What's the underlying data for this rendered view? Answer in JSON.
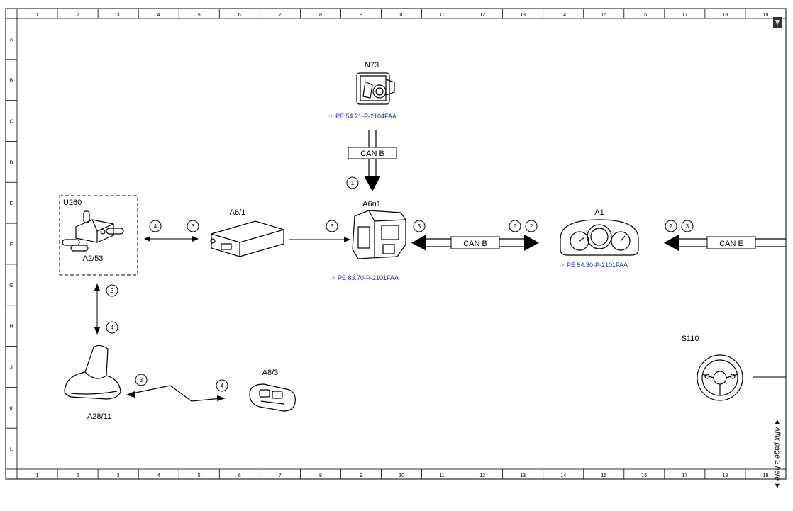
{
  "grid": {
    "columns": [
      "1",
      "2",
      "3",
      "4",
      "5",
      "6",
      "7",
      "8",
      "9",
      "10",
      "11",
      "12",
      "13",
      "14",
      "15",
      "16",
      "17",
      "18",
      "19"
    ],
    "rows": [
      "A",
      "B",
      "C",
      "D",
      "E",
      "F",
      "G",
      "H",
      "J",
      "K",
      "L"
    ]
  },
  "components": {
    "n73": {
      "label": "N73",
      "ref": "PE 54.21-P-2104FAA"
    },
    "a6n1": {
      "label": "A6n1",
      "ref": "PE 83.70-P-2101FAA"
    },
    "a1": {
      "label": "A1",
      "ref": "PE 54.30-P-2101FAA"
    },
    "u260": {
      "label": "U260"
    },
    "a2_53": {
      "label": "A2/53"
    },
    "a6_1": {
      "label": "A6/1"
    },
    "a28_11": {
      "label": "A28/11"
    },
    "a8_3": {
      "label": "A8/3"
    },
    "s110": {
      "label": "S110"
    }
  },
  "buses": {
    "can_b_vertical": "CAN B",
    "can_b_horizontal": "CAN B",
    "can_e": "CAN E"
  },
  "signals": {
    "n73_to_a6n1": "1",
    "u260_a6_1_left": "4",
    "u260_a6_1_right": "3",
    "a6_1_to_a6n1": "3",
    "a6n1_right": "3",
    "can_b_5": "5",
    "can_b_2": "2",
    "a1_left_2": "2",
    "a1_left_3": "3",
    "vertical_3": "3",
    "vertical_4": "4",
    "radio_3": "3",
    "radio_4": "4"
  },
  "side_note": "◄ Affix page 2 here ►",
  "icons": {
    "reference": "pointing-hand-icon",
    "corner": "page-flag-icon"
  }
}
